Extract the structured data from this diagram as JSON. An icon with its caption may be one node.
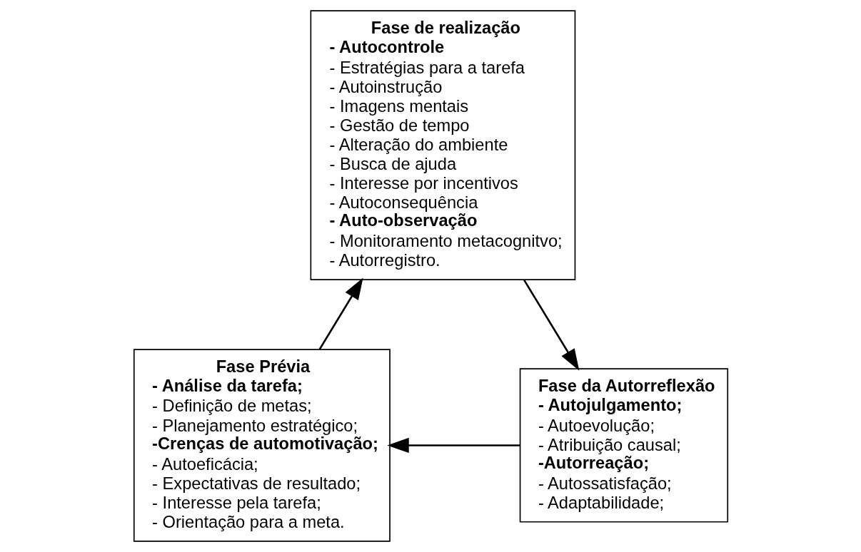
{
  "diagram": {
    "nodes": [
      {
        "text": [
          "**Fase de realização**",
          "**- Autocontrole**",
          "- Estratégias para a tarefa",
          "- Autoinstrução",
          "- Imagens mentais",
          "- Gestão de tempo",
          "- Alteração do ambiente",
          "- Busca de ajuda",
          "- Interesse por incentivos",
          "- Autoconsequência",
          "**- Auto-observação**",
          "- Monitoramento metacognitvo;",
          "- Autorregistro."
        ]
      },
      {
        "text": [
          "**Fase Prévia**",
          "**- Análise da tarefa;**",
          "- Definição de metas;",
          "- Planejamento estratégico;",
          "**-Crenças de automotivação;**",
          "- Autoeficácia;",
          "- Expectativas de resultado;",
          "- Interesse pela tarefa;",
          "- Orientação para a meta."
        ]
      },
      {
        "text": [
          "**Fase da Autorreflexão**",
          "**- Autojulgamento;**",
          "- Autoevolução;",
          "- Atribuição causal;",
          "**-Autorreação;**",
          "- Autossatisfação;",
          "- Adaptabilidade;"
        ]
      }
    ],
    "edges": [
      {
        "from": 0,
        "to": 2,
        "arrow": "to"
      },
      {
        "from": 2,
        "to": 1,
        "arrow": "to"
      },
      {
        "from": 1,
        "to": 0,
        "arrow": "to"
      }
    ]
  }
}
